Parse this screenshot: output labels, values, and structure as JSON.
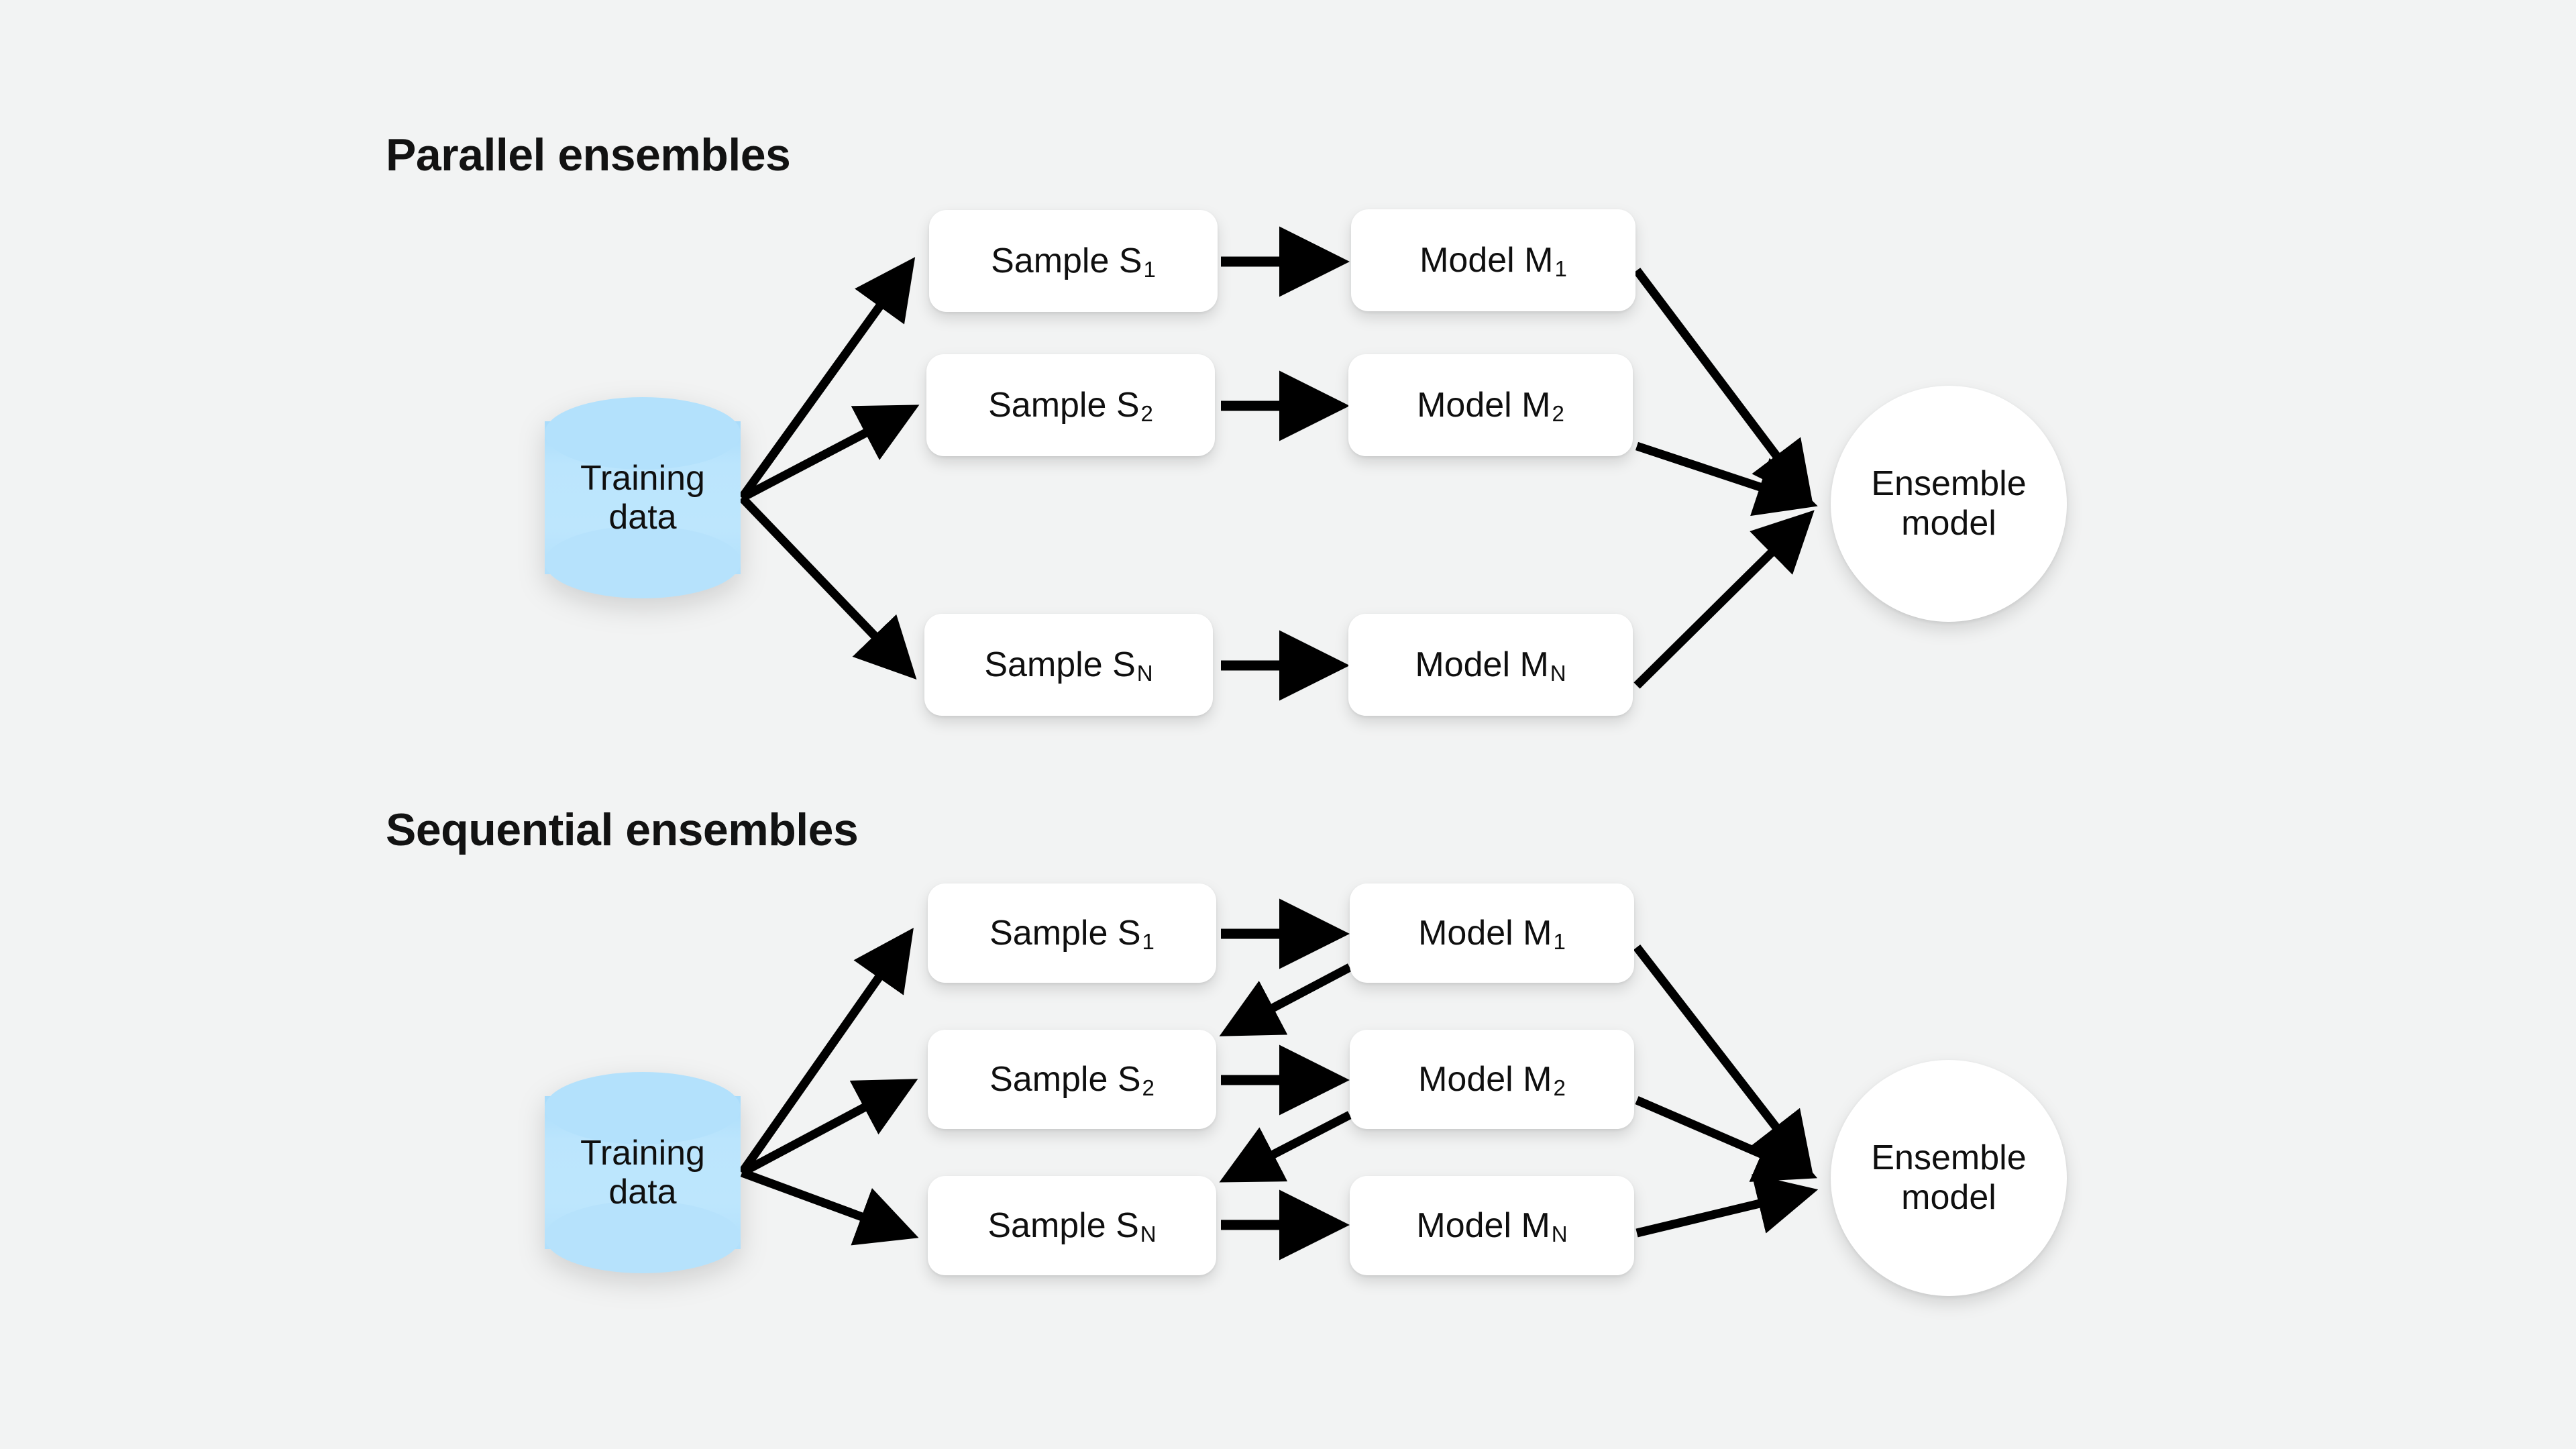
{
  "page": {
    "background_color": "#f2f3f3",
    "ink_color": "#121212",
    "cylinder_color": "#b3e1fc",
    "node_fill": "#ffffff",
    "arrow_color": "#000000"
  },
  "sections": [
    {
      "id": "parallel",
      "title": "Parallel ensembles",
      "source": {
        "label_line1": "Training",
        "label_line2": "data",
        "icon": "database-cylinder"
      },
      "samples": [
        {
          "prefix": "Sample S",
          "sub": "1"
        },
        {
          "prefix": "Sample S",
          "sub": "2"
        },
        {
          "prefix": "Sample S",
          "sub": "N"
        }
      ],
      "models": [
        {
          "prefix": "Model M",
          "sub": "1"
        },
        {
          "prefix": "Model M",
          "sub": "2"
        },
        {
          "prefix": "Model M",
          "sub": "N"
        }
      ],
      "output": {
        "label_line1": "Ensemble",
        "label_line2": "model"
      },
      "feedback_edges": []
    },
    {
      "id": "sequential",
      "title": "Sequential ensembles",
      "source": {
        "label_line1": "Training",
        "label_line2": "data",
        "icon": "database-cylinder"
      },
      "samples": [
        {
          "prefix": "Sample S",
          "sub": "1"
        },
        {
          "prefix": "Sample S",
          "sub": "2"
        },
        {
          "prefix": "Sample S",
          "sub": "N"
        }
      ],
      "models": [
        {
          "prefix": "Model M",
          "sub": "1"
        },
        {
          "prefix": "Model M",
          "sub": "2"
        },
        {
          "prefix": "Model M",
          "sub": "N"
        }
      ],
      "output": {
        "label_line1": "Ensemble",
        "label_line2": "model"
      },
      "feedback_edges": [
        {
          "from": "Model M1",
          "to": "Sample S2"
        },
        {
          "from": "Model M2",
          "to": "Sample SN"
        }
      ]
    }
  ]
}
